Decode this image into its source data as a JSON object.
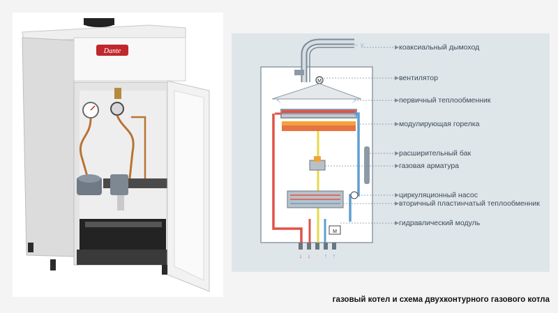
{
  "photo": {
    "brand_logo": "Dante"
  },
  "diagram": {
    "labels": {
      "coaxial_flue": "коаксиальный дымоход",
      "fan": "вентилятор",
      "primary_heat_exchanger": "первичный теплообменник",
      "modulating_burner": "модулирующая горелка",
      "expansion_tank": "расширительный бак",
      "gas_valve": "газовая арматура",
      "circulation_pump": "циркуляционный насос",
      "secondary_plate_heat_exchanger": "вторичный пластинчатый теплообменник",
      "hydraulic_module": "гидравлический модуль"
    },
    "fan_symbol": "M",
    "valve_symbol": "M",
    "colors": {
      "hot_pipe": "#e0524a",
      "cold_pipe": "#5f9fd0",
      "gas_pipe": "#e6d84a",
      "flame": "#f2a23a"
    }
  },
  "caption": "газовый котел и схема двухконтурного газового котла"
}
